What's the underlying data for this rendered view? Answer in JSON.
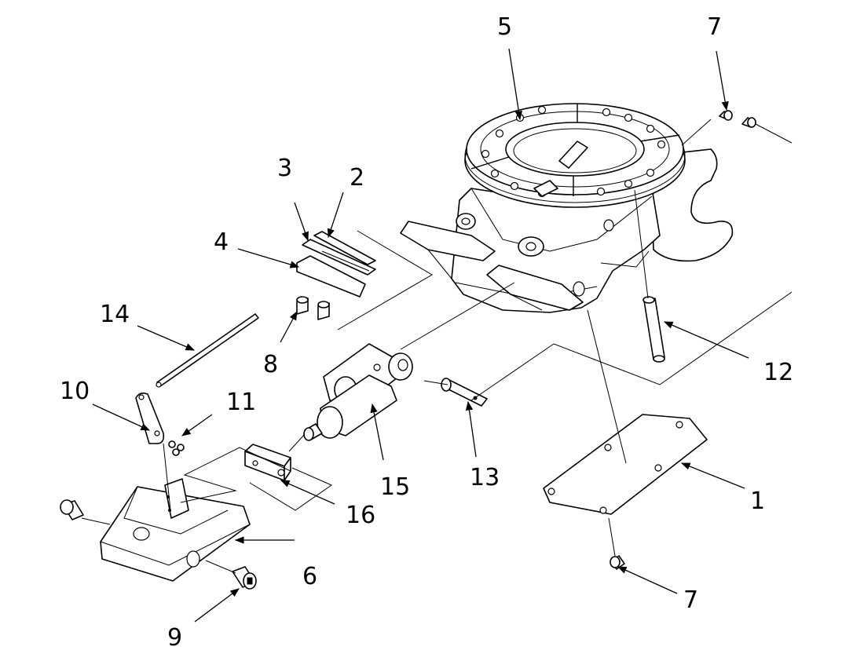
{
  "callouts": {
    "c1": "1",
    "c2": "2",
    "c3": "3",
    "c4": "4",
    "c5": "5",
    "c6": "6",
    "c7a": "7",
    "c7b": "7",
    "c8": "8",
    "c9": "9",
    "c10": "10",
    "c11": "11",
    "c12": "12",
    "c13": "13",
    "c14": "14",
    "c15": "15",
    "c16": "16"
  }
}
